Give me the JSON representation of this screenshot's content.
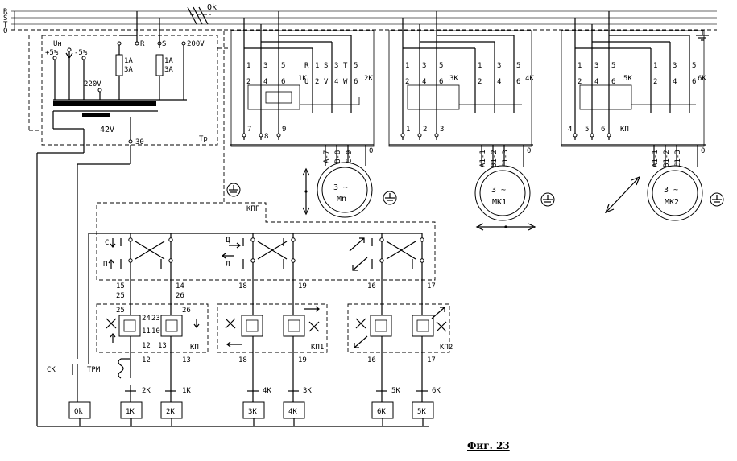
{
  "power_bus": {
    "phases": [
      "R",
      "S",
      "T",
      "O"
    ],
    "main_switch": "Qk"
  },
  "transformer": {
    "id": "Тр",
    "primary_labels": [
      "Uн",
      "+5%",
      "-5%",
      "R",
      "S",
      "200V"
    ],
    "fuses": [
      {
        "a": "1A",
        "b": "3A"
      },
      {
        "a": "1A",
        "b": "3A"
      }
    ],
    "voltage_mid": "220V",
    "voltage_secondary": "42V",
    "terminal": "30"
  },
  "contactor_groups": [
    {
      "left": "1K",
      "right": "2K",
      "bottom_terminals": [
        "7",
        "8",
        "9"
      ],
      "phase_labels": [
        "R",
        "S",
        "T",
        "U",
        "V",
        "W"
      ]
    },
    {
      "left": "3K",
      "right": "4K",
      "bottom_terminals": [
        "1",
        "2",
        "3"
      ]
    },
    {
      "left": "5K",
      "right": "6K",
      "bottom_terminals": [
        "4",
        "5",
        "6"
      ],
      "extra": "КП"
    }
  ],
  "contact_numbers": {
    "top": [
      "1",
      "3",
      "5"
    ],
    "bottom": [
      "2",
      "4",
      "6"
    ]
  },
  "motors": [
    {
      "id": "Mn",
      "kind": "3 ~",
      "leads": [
        "A-7",
        "B-8",
        "C-9",
        "0"
      ]
    },
    {
      "id": "MK1",
      "kind": "3 ~",
      "leads": [
        "A1-1",
        "B1-2",
        "C1-3",
        "0"
      ]
    },
    {
      "id": "MK2",
      "kind": "3 ~",
      "leads": [
        "A1-1",
        "B1-2",
        "C1-3",
        "0"
      ]
    }
  ],
  "pendant": {
    "id": "КПГ",
    "labels": [
      "С",
      "П",
      "Д",
      "Л"
    ]
  },
  "wire_numbers": {
    "row1": [
      "15",
      "14",
      "18",
      "19",
      "16",
      "17"
    ],
    "row2": [
      "25",
      "26"
    ],
    "limit_block1": [
      "25",
      "26",
      "24",
      "23",
      "11",
      "10",
      "12",
      "13"
    ],
    "row3": [
      "12",
      "13",
      "18",
      "19",
      "16",
      "17"
    ]
  },
  "limit_switches": [
    "КП",
    "КП1",
    "КП2"
  ],
  "control": {
    "stop_button": "СК",
    "thermal_relay": "ТРМ",
    "interlocks": [
      "2К",
      "1К",
      "4К",
      "3К",
      "5К",
      "6К"
    ],
    "coils": [
      "Qk",
      "1K",
      "2K",
      "3K",
      "4K",
      "6K",
      "5K"
    ]
  },
  "caption": "Фиг. 23"
}
